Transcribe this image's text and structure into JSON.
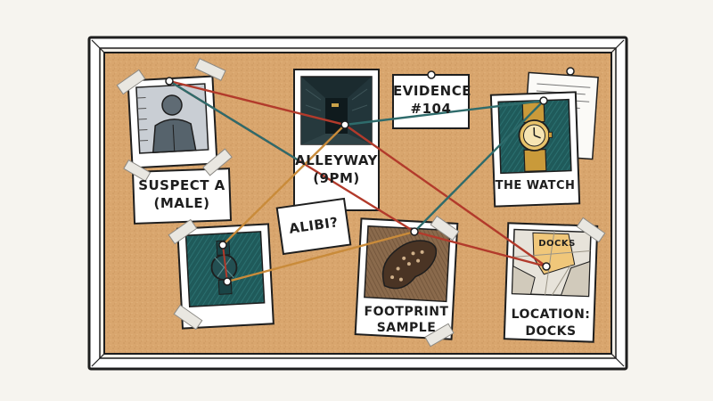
{
  "labels": {
    "suspect_line1": "SUSPECT A",
    "suspect_line2": "(MALE)",
    "alley_line1": "ALLEYWAY",
    "alley_line2": "(9PM)",
    "evidence_line1": "EVIDENCE",
    "evidence_line2": "#104",
    "watch": "THE WATCH",
    "alibi": "ALIBI?",
    "footprint_line1": "FOOTPRINT",
    "footprint_line2": "SAMPLE",
    "location_line1": "LOCATION:",
    "location_line2": "DOCKS",
    "map_docks": "DOCKS"
  },
  "colors": {
    "cork": "#d9a66e",
    "frame": "#ffffff",
    "string_red": "#b23a2b",
    "string_teal": "#2e6b6b",
    "string_orange": "#c98b3a",
    "teal_photo": "#1f5a5a"
  },
  "icons": {
    "pushpin": "pushpin-icon",
    "tape": "tape-strip"
  }
}
